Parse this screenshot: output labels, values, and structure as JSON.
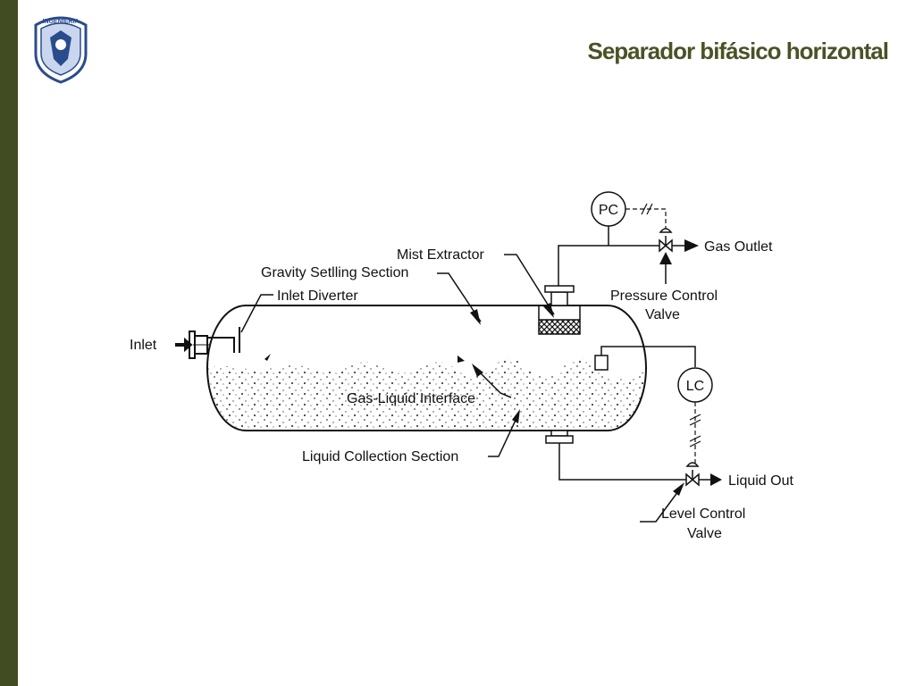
{
  "slide": {
    "title": "Separador bifásico horizontal",
    "accent_color": "#424c22",
    "logo": {
      "icon": "university-crest-icon",
      "text": "INGENIERIA"
    }
  },
  "diagram": {
    "labels": {
      "inlet": "Inlet",
      "inlet_diverter": "Inlet Diverter",
      "gravity_settling": "Gravity Setlling Section",
      "mist_extractor": "Mist Extractor",
      "pressure_controller": "PC",
      "gas_outlet": "Gas Outlet",
      "pressure_control_valve_line1": "Pressure Control",
      "pressure_control_valve_line2": "Valve",
      "level_controller": "LC",
      "gas_liquid_interface": "Gas-Liquid Interface",
      "liquid_collection": "Liquid Collection Section",
      "liquid_out": "Liquid Out",
      "level_control_valve_line1": "Level Control",
      "level_control_valve_line2": "Valve"
    }
  }
}
